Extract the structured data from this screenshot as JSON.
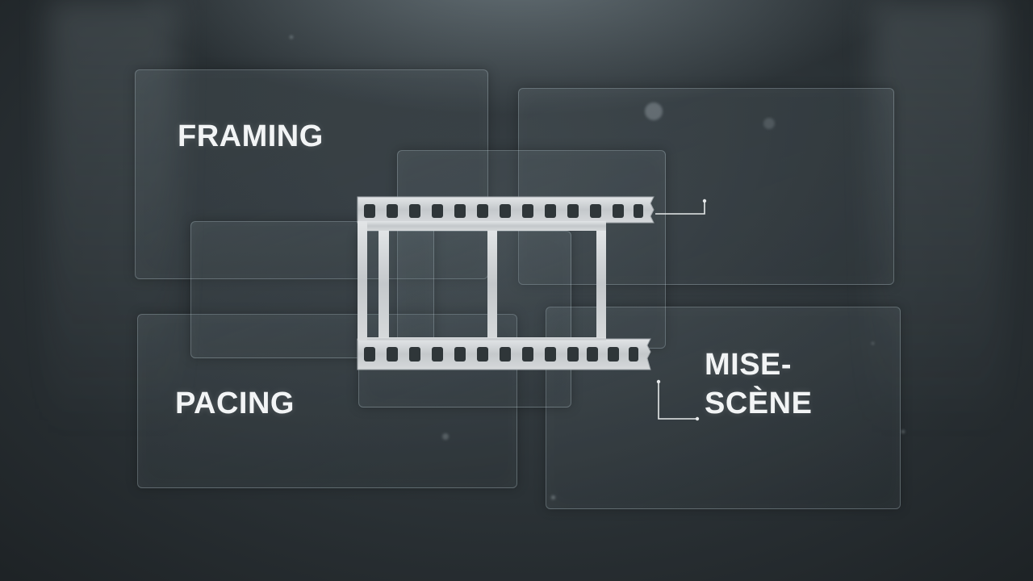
{
  "labels": {
    "framing": "FRAMING",
    "pacing": "PACING",
    "mise_line1": "MISE-",
    "mise_line2": "SCÈNE"
  },
  "colors": {
    "background": "#2b3236",
    "film_strip": "#c9cdd0",
    "text": "#f2f4f5",
    "panel_border": "#d2e1e8"
  },
  "icons": {
    "film_strip": "film-strip-icon"
  }
}
